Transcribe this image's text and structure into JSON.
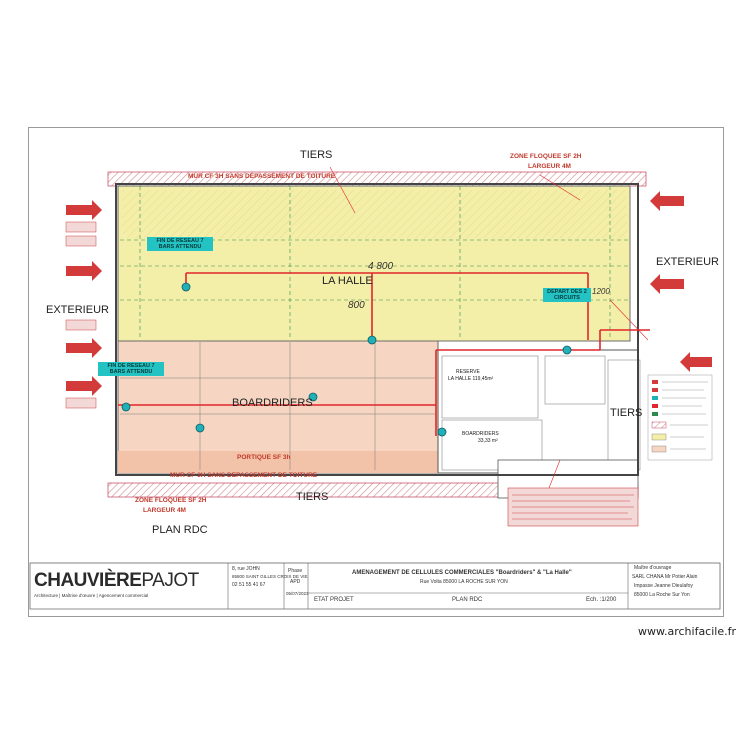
{
  "plan": {
    "top_labels": {
      "tiers_top": "TIERS",
      "wall_top": "MUR CF 3H SANS DEPASSEMENT DE TOITURE",
      "zone_top": "ZONE FLOQUEE SF 2H",
      "zone_top_width": "LARGEUR 4M"
    },
    "rooms": {
      "halle": "LA HALLE",
      "boardriders": "BOARDRIDERS",
      "exterior_left": "EXTERIEUR",
      "exterior_right": "EXTERIEUR",
      "tiers_right": "TIERS",
      "reserve": "RESERVE",
      "reserve_sub": "LA HALLE 119,45m²",
      "boardriders_sub": "BOARDRIDERS",
      "boardriders_area": "33,33 m²"
    },
    "dimensions": {
      "d4800": "4 800",
      "d800": "800",
      "d1200": "1200"
    },
    "annotations": {
      "fin_reseau_top": "FIN DE RESEAU 7 BARS ATTENDU",
      "fin_reseau_bottom": "FIN DE RESEAU 7 BARS ATTENDU",
      "depart_circuits": "DEPART DES 2 CIRCUITS",
      "portique": "PORTIQUE SF 3h"
    },
    "bottom_labels": {
      "wall_bottom": "MUR CF 3H SANS DEPASSEMENT DE TOITURE",
      "zone_bottom": "ZONE FLOQUEE SF 2H",
      "zone_bottom_width": "LARGEUR 4M",
      "tiers_bottom": "TIERS",
      "plan_title": "PLAN RDC"
    },
    "legend_items": [
      "",
      "",
      "",
      "",
      "",
      "",
      "",
      ""
    ]
  },
  "title_block": {
    "logo_main": "CHAUVIÈRE",
    "logo_accent": "PAJOT",
    "logo_tagline": "Architecture | Maîtrise d'œuvre | Agencement commercial",
    "address_line1": "8, rue JOHN",
    "address_line2": "85800 SAINT GILLES CROIX DE VIE",
    "address_line3": "02 51 55 41 67",
    "phase_label": "Phase",
    "phase_value": "APD",
    "date": "05/07/2023",
    "project_title": "AMENAGEMENT DE CELLULES COMMERCIALES \"Boardriders\" & \"La Halle\"",
    "project_address": "Rue Volta 85000 LA ROCHE SUR YON",
    "state": "ETAT PROJET",
    "sheet_name": "PLAN RDC",
    "scale": "Ech. :1/200",
    "client_label": "Maître d'ouvrage",
    "client_line1": "SARL CHANA Mr Potier Alain",
    "client_line2": "Impasse Jeanne Dieulafoy",
    "client_line3": "85000 La Roche Sur Yon"
  },
  "watermark": "www.archifacile.fr",
  "colors": {
    "halle_fill": "#f4efa8",
    "boardriders_fill": "#f6d6c2",
    "network_red": "#e0262a",
    "sprinkler_teal": "#1fb0b8",
    "zone_hatch": "#d98f8f"
  }
}
